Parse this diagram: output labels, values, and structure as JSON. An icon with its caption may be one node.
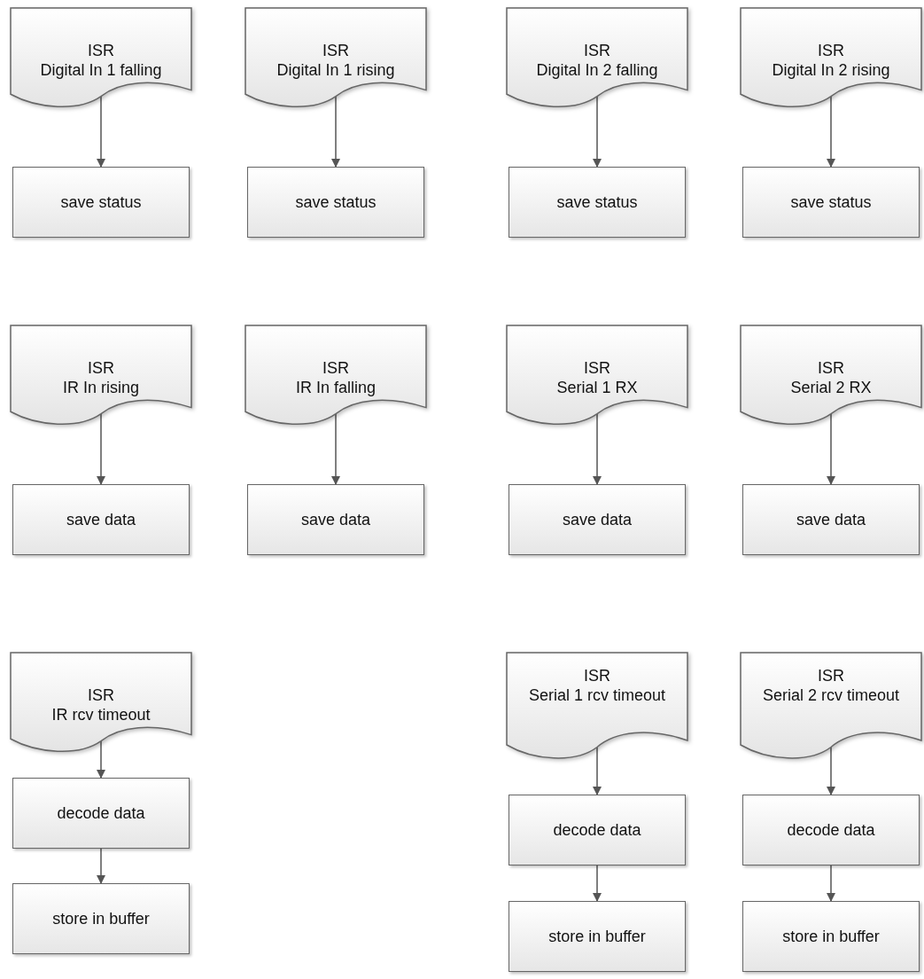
{
  "diagram": {
    "nodes": [
      {
        "text": [
          "ISR",
          "Digital In 1 falling"
        ]
      },
      {
        "text": [
          "save status"
        ]
      },
      {
        "text": [
          "ISR",
          "Digital In 1 rising"
        ]
      },
      {
        "text": [
          "save status"
        ]
      },
      {
        "text": [
          "ISR",
          "Digital In 2 falling"
        ]
      },
      {
        "text": [
          "save status"
        ]
      },
      {
        "text": [
          "ISR",
          "Digital In 2 rising"
        ]
      },
      {
        "text": [
          "save status"
        ]
      },
      {
        "text": [
          "ISR",
          "IR In rising"
        ]
      },
      {
        "text": [
          "save data"
        ]
      },
      {
        "text": [
          "ISR",
          "IR In falling"
        ]
      },
      {
        "text": [
          "save data"
        ]
      },
      {
        "text": [
          "ISR",
          "Serial 1 RX"
        ]
      },
      {
        "text": [
          "save data"
        ]
      },
      {
        "text": [
          "ISR",
          "Serial 2 RX"
        ]
      },
      {
        "text": [
          "save data"
        ]
      },
      {
        "text": [
          "ISR",
          "IR rcv timeout"
        ]
      },
      {
        "text": [
          "decode data"
        ]
      },
      {
        "text": [
          "store in buffer"
        ]
      },
      {
        "text": [
          "ISR",
          "Serial 1 rcv timeout"
        ]
      },
      {
        "text": [
          "decode data"
        ]
      },
      {
        "text": [
          "store in buffer"
        ]
      },
      {
        "text": [
          "ISR",
          "Serial 2 rcv timeout"
        ]
      },
      {
        "text": [
          "decode data"
        ]
      },
      {
        "text": [
          "store in buffer"
        ]
      }
    ],
    "edges": [
      {
        "from": 0,
        "to": 1,
        "arrow": "to"
      },
      {
        "from": 2,
        "to": 3,
        "arrow": "to"
      },
      {
        "from": 4,
        "to": 5,
        "arrow": "to"
      },
      {
        "from": 6,
        "to": 7,
        "arrow": "to"
      },
      {
        "from": 8,
        "to": 9,
        "arrow": "to"
      },
      {
        "from": 10,
        "to": 11,
        "arrow": "to"
      },
      {
        "from": 12,
        "to": 13,
        "arrow": "to"
      },
      {
        "from": 14,
        "to": 15,
        "arrow": "to"
      },
      {
        "from": 16,
        "to": 17,
        "arrow": "to"
      },
      {
        "from": 17,
        "to": 18,
        "arrow": "to"
      },
      {
        "from": 19,
        "to": 20,
        "arrow": "to"
      },
      {
        "from": 20,
        "to": 21,
        "arrow": "to"
      },
      {
        "from": 22,
        "to": 23,
        "arrow": "to"
      },
      {
        "from": 23,
        "to": 24,
        "arrow": "to"
      }
    ]
  }
}
